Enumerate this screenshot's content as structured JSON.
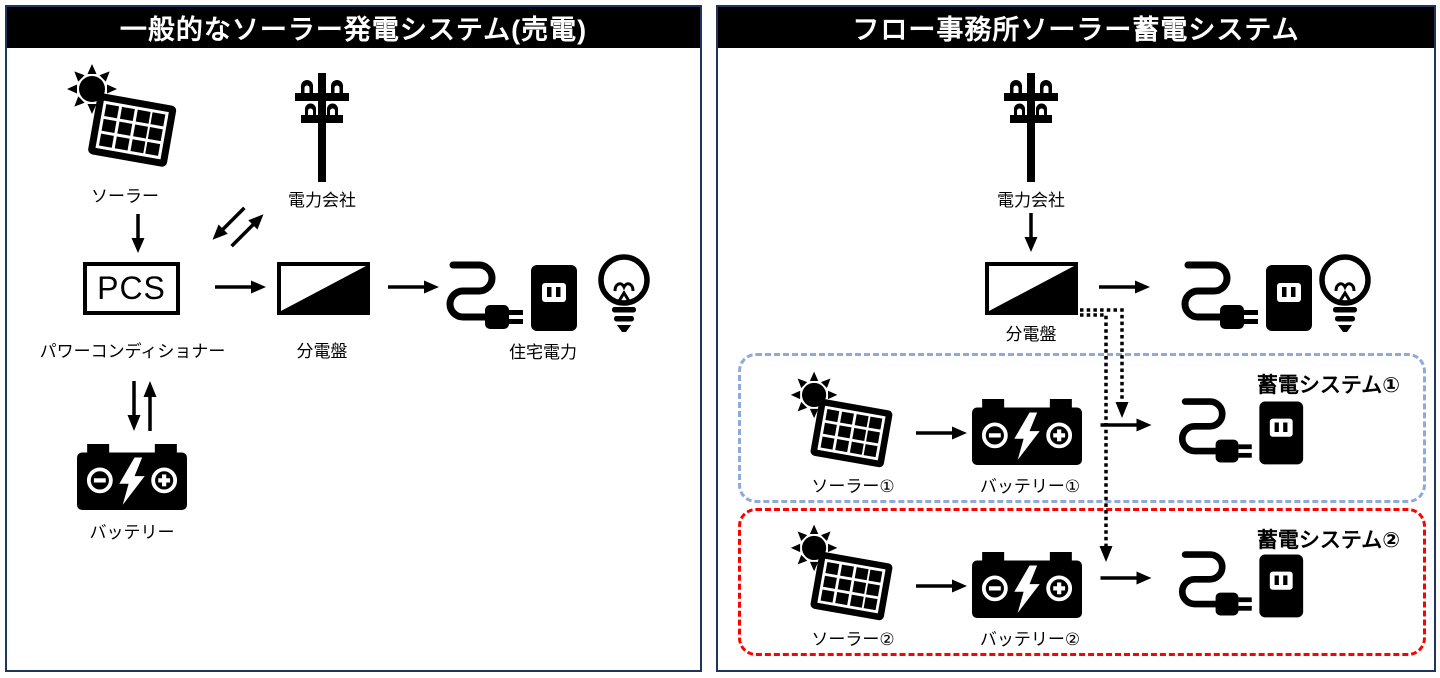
{
  "left_panel": {
    "title": "一般的なソーラー発電システム(売電)",
    "solar_label": "ソーラー",
    "power_company_label": "電力会社",
    "pcs_label": "PCS",
    "pcs_caption": "パワーコンディショナー",
    "distribution_board_label": "分電盤",
    "home_power_label": "住宅電力",
    "battery_label": "バッテリー"
  },
  "right_panel": {
    "title": "フロー事務所ソーラー蓄電システム",
    "power_company_label": "電力会社",
    "distribution_board_label": "分電盤",
    "storage_system_1": {
      "label": "蓄電システム①",
      "solar_label": "ソーラー①",
      "battery_label": "バッテリー①",
      "border_color": "#8EA9DB"
    },
    "storage_system_2": {
      "label": "蓄電システム②",
      "solar_label": "ソーラー②",
      "battery_label": "バッテリー②",
      "border_color": "#FF0000"
    }
  },
  "colors": {
    "panel_border": "#1F3560",
    "title_bar_bg": "#000000",
    "title_text": "#FFFFFF",
    "icon_color": "#000000",
    "storage1_border": "#8EA9DB",
    "storage2_border": "#FF0000"
  }
}
